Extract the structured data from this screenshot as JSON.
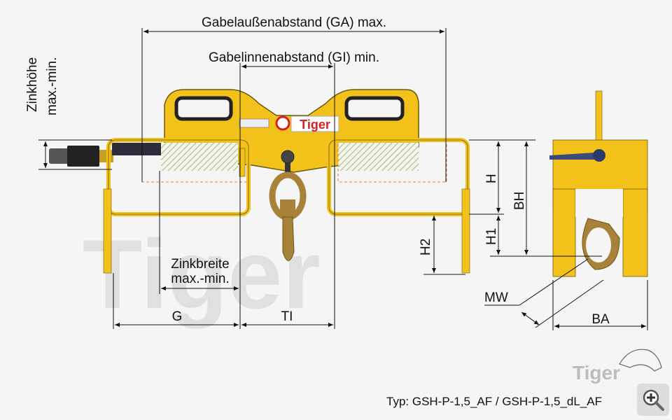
{
  "labels": {
    "ga": "Gabelaußenabstand (GA) max.",
    "gi": "Gabelinnenabstand (GI) min.",
    "zinkhoehe_1": "Zinkhöhe",
    "zinkhoehe_2": "max.-min.",
    "zinkbreite_1": "Zinkbreite",
    "zinkbreite_2": "max.-min.",
    "g": "G",
    "ti": "TI",
    "h": "H",
    "bh": "BH",
    "h1": "H1",
    "h2": "H2",
    "mw": "MW",
    "ba": "BA"
  },
  "brand": {
    "name": "Tiger",
    "watermark": "Tiger"
  },
  "type_caption": "Typ: GSH-P-1,5_AF / GSH-P-1,5_dL_AF",
  "colors": {
    "body": "#f2c21a",
    "outline": "#6b5a10",
    "hook": "#a8823a",
    "brand_red": "#d8202a"
  }
}
